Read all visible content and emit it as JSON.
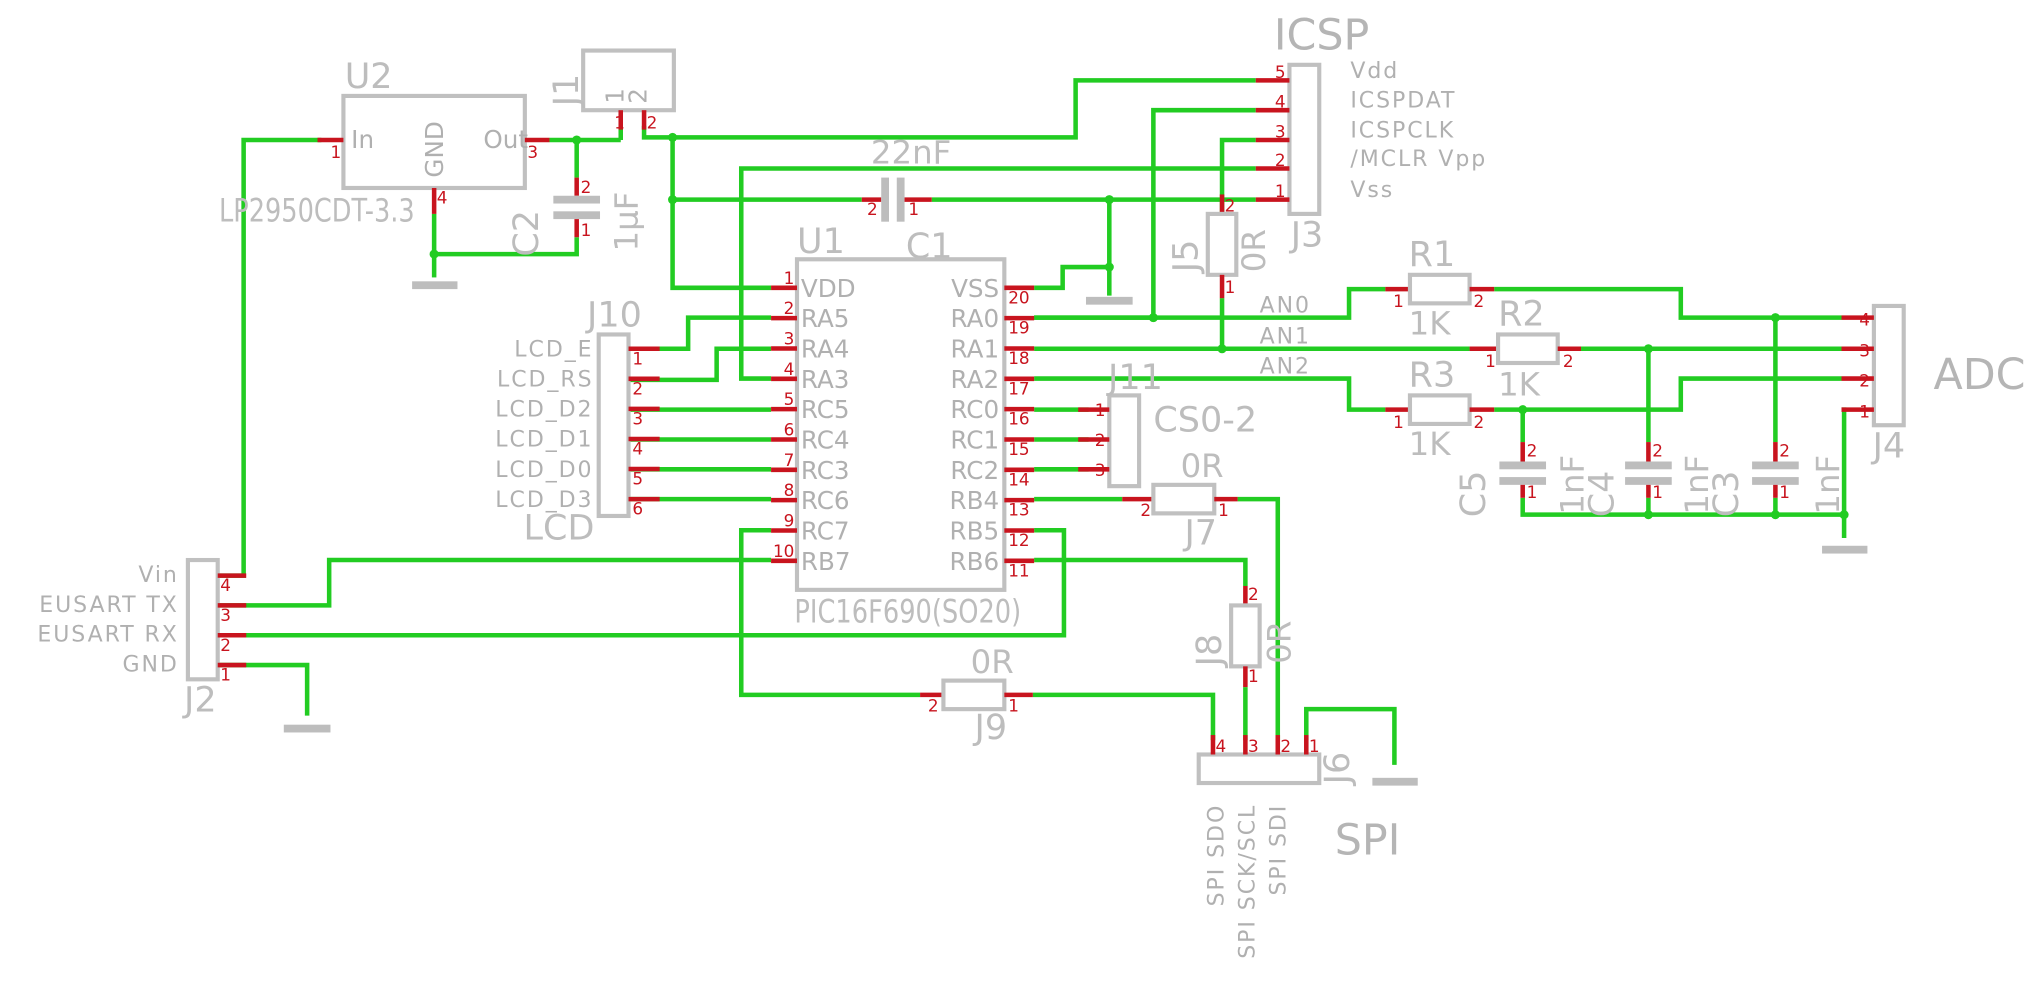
{
  "colors": {
    "wire": "#22cc22",
    "pin": "#c8141e",
    "outline": "#c0c0c0",
    "text": "#b0b0b0",
    "background": "#ffffff"
  },
  "parts": {
    "u1": {
      "name": "U1",
      "value": "PIC16F690(SO20)",
      "left_pins": [
        {
          "num": "1",
          "name": "VDD"
        },
        {
          "num": "2",
          "name": "RA5"
        },
        {
          "num": "3",
          "name": "RA4"
        },
        {
          "num": "4",
          "name": "RA3"
        },
        {
          "num": "5",
          "name": "RC5"
        },
        {
          "num": "6",
          "name": "RC4"
        },
        {
          "num": "7",
          "name": "RC3"
        },
        {
          "num": "8",
          "name": "RC6"
        },
        {
          "num": "9",
          "name": "RC7"
        },
        {
          "num": "10",
          "name": "RB7"
        }
      ],
      "right_pins": [
        {
          "num": "20",
          "name": "VSS"
        },
        {
          "num": "19",
          "name": "RA0"
        },
        {
          "num": "18",
          "name": "RA1"
        },
        {
          "num": "17",
          "name": "RA2"
        },
        {
          "num": "16",
          "name": "RC0"
        },
        {
          "num": "15",
          "name": "RC1"
        },
        {
          "num": "14",
          "name": "RC2"
        },
        {
          "num": "13",
          "name": "RB4"
        },
        {
          "num": "12",
          "name": "RB5"
        },
        {
          "num": "11",
          "name": "RB6"
        }
      ]
    },
    "u2": {
      "name": "U2",
      "value": "LP2950CDT-3.3",
      "pin_in": "In",
      "pin_out": "Out",
      "pin_gnd": "GND",
      "n1": "1",
      "n3": "3",
      "n4": "4"
    },
    "j1": {
      "name": "J1",
      "p1": "1",
      "p2": "2"
    },
    "j2": {
      "name": "J2",
      "labels": [
        "Vin",
        "EUSART TX",
        "EUSART RX",
        "GND"
      ],
      "nums": [
        "4",
        "3",
        "2",
        "1"
      ]
    },
    "j3": {
      "name": "J3",
      "title": "ICSP",
      "labels": [
        "Vdd",
        "ICSPDAT",
        "ICSPCLK",
        "/MCLR  Vpp",
        "Vss"
      ],
      "nums": [
        "5",
        "4",
        "3",
        "2",
        "1"
      ]
    },
    "j4": {
      "name": "J4",
      "title": "ADC",
      "nums": [
        "4",
        "3",
        "2",
        "1"
      ]
    },
    "j5": {
      "name": "J5",
      "value": "0R",
      "n1": "1",
      "n2": "2"
    },
    "j6": {
      "name": "J6",
      "title": "SPI",
      "labels": [
        "SPI SDO",
        "SPI SCK/SCL",
        "SPI SDI"
      ],
      "nums": [
        "4",
        "3",
        "2",
        "1"
      ]
    },
    "j7": {
      "name": "J7",
      "value": "0R",
      "n1": "1",
      "n2": "2"
    },
    "j8": {
      "name": "J8",
      "value": "0R",
      "n1": "1",
      "n2": "2"
    },
    "j9": {
      "name": "J9",
      "value": "0R",
      "n1": "1",
      "n2": "2"
    },
    "j10": {
      "name": "J10",
      "title": "LCD",
      "labels": [
        "LCD_E",
        "LCD_RS",
        "LCD_D2",
        "LCD_D1",
        "LCD_D0",
        "LCD_D3"
      ],
      "nums": [
        "1",
        "2",
        "3",
        "4",
        "5",
        "6"
      ]
    },
    "j11": {
      "name": "J11",
      "title": "CS0-2",
      "nums": [
        "1",
        "2",
        "3"
      ]
    },
    "c1": {
      "name": "C1",
      "value": "22nF",
      "n1": "1",
      "n2": "2"
    },
    "c2": {
      "name": "C2",
      "value": "1µF",
      "n1": "1",
      "n2": "2"
    },
    "c3": {
      "name": "C3",
      "value": "1nF",
      "n1": "1",
      "n2": "2"
    },
    "c4": {
      "name": "C4",
      "value": "1nF",
      "n1": "1",
      "n2": "2"
    },
    "c5": {
      "name": "C5",
      "value": "1nF",
      "n1": "1",
      "n2": "2"
    },
    "r1": {
      "name": "R1",
      "value": "1K",
      "n1": "1",
      "n2": "2"
    },
    "r2": {
      "name": "R2",
      "value": "1K",
      "n1": "1",
      "n2": "2"
    },
    "r3": {
      "name": "R3",
      "value": "1K",
      "n1": "1",
      "n2": "2"
    }
  },
  "nets": {
    "an0": "AN0",
    "an1": "AN1",
    "an2": "AN2"
  }
}
